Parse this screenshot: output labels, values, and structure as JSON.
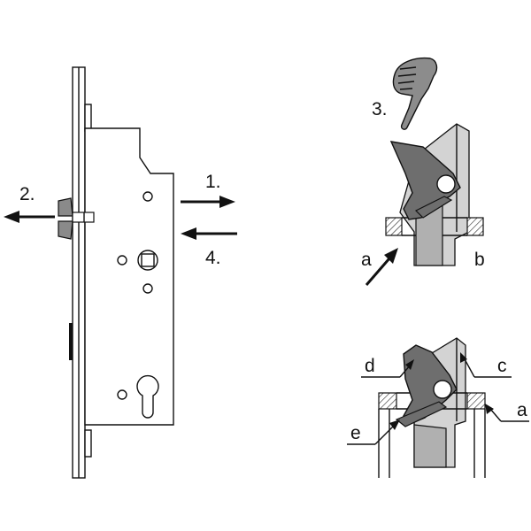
{
  "steps": {
    "step1": "1.",
    "step2": "2.",
    "step3": "3.",
    "step4": "4."
  },
  "callouts": {
    "a_top": "a",
    "b_top": "b",
    "a_bottom": "a",
    "c_bottom": "c",
    "d_bottom": "d",
    "e_bottom": "e"
  },
  "colors": {
    "ink": "#111111",
    "dark_gray": "#6e6e6e",
    "mid_gray": "#a9a9a9",
    "light_gray": "#d6d6d6"
  },
  "icons": [
    "hand-pointer-icon"
  ]
}
